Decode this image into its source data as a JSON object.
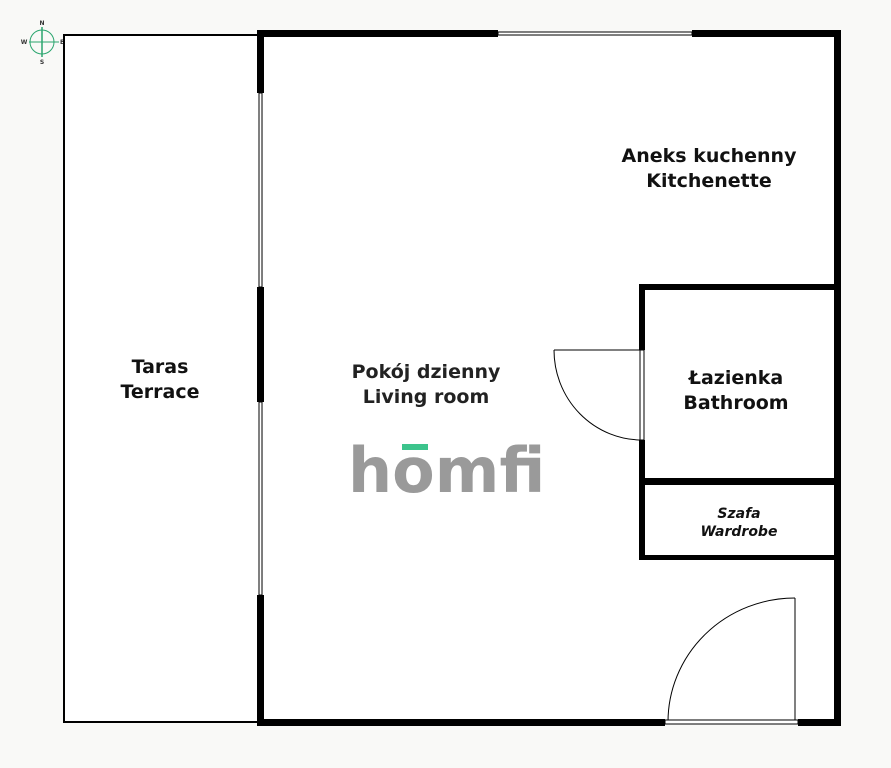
{
  "rooms": {
    "terrace": {
      "line1": "Taras",
      "line2": "Terrace"
    },
    "living": {
      "line1": "Pokój dzienny",
      "line2": "Living room"
    },
    "kitchen": {
      "line1": "Aneks kuchenny",
      "line2": "Kitchenette"
    },
    "bathroom": {
      "line1": "Łazienka",
      "line2": "Bathroom"
    },
    "wardrobe": {
      "line1": "Szafa",
      "line2": "Wardrobe"
    }
  },
  "watermark": {
    "text": "homfi",
    "accent_color": "#3cc48c"
  },
  "compass": {
    "n": "N",
    "s": "S",
    "e": "E",
    "w": "W",
    "color": "#2aa56e"
  },
  "colors": {
    "wall": "#000000",
    "background": "#f9f9f7",
    "floor": "#ffffff"
  }
}
